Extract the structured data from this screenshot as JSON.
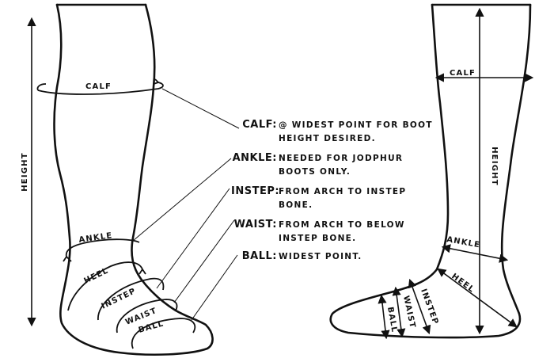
{
  "front_view": {
    "height_label": "HEIGHT",
    "calf_label": "CALF",
    "ankle_label": "ANKLE",
    "heel_label": "HEEL",
    "instep_label": "INSTEP",
    "waist_label": "WAIST",
    "ball_label": "BALL"
  },
  "side_view": {
    "calf_label": "CALF",
    "height_label": "HEIGHT",
    "ankle_label": "ANKLE",
    "heel_label": "HEEL",
    "instep_label": "INSTEP",
    "waist_label": "WAIST",
    "ball_label": "BALL"
  },
  "legend": [
    {
      "key": "CALF:",
      "text": "@ WIDEST POINT FOR BOOT HEIGHT DESIRED."
    },
    {
      "key": "ANKLE:",
      "text": "NEEDED FOR JODPHUR BOOTS ONLY."
    },
    {
      "key": "INSTEP:",
      "text": "FROM ARCH TO INSTEP BONE."
    },
    {
      "key": "WAIST:",
      "text": "FROM ARCH TO BELOW INSTEP BONE."
    },
    {
      "key": "BALL:",
      "text": "WIDEST POINT."
    }
  ]
}
